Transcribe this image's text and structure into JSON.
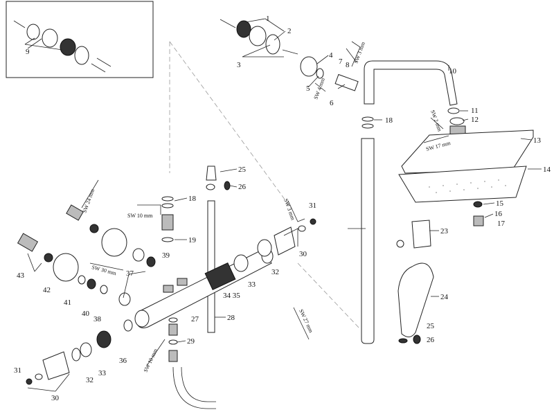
{
  "diagram": {
    "part_labels": [
      "1",
      "2",
      "3",
      "4",
      "5",
      "6",
      "7",
      "8",
      "9",
      "10",
      "11",
      "12",
      "13",
      "14",
      "15",
      "16",
      "17",
      "18",
      "18",
      "19",
      "23",
      "24",
      "25",
      "25",
      "26",
      "26",
      "27",
      "28",
      "29",
      "30",
      "30",
      "31",
      "31",
      "32",
      "32",
      "33",
      "33",
      "34 35",
      "36",
      "37",
      "38",
      "39",
      "40",
      "41",
      "42",
      "43"
    ],
    "tool_labels": [
      "SW 3 mm",
      "SW 4 mm",
      "SW 2 mm",
      "SW 17 mm",
      "SW 24 mm",
      "SW 10 mm",
      "SW 3 mm",
      "SW 30 mm",
      "SW 27 mm",
      "SW 10 mm"
    ]
  }
}
